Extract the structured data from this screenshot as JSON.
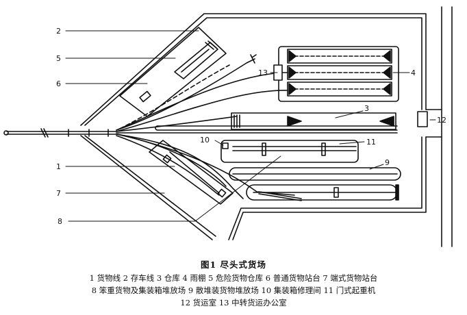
{
  "labels": {
    "l1": "1",
    "l2": "2",
    "l3": "3",
    "l4": "4",
    "l5": "5",
    "l6": "6",
    "l7": "7",
    "l8": "8",
    "l9": "9",
    "l10": "10",
    "l11": "11",
    "l12": "12",
    "l13": "13"
  },
  "caption": {
    "title": "图1  尽头式货场",
    "line1": "1 货物线  2 存车线  3 仓库  4 雨棚  5 危险货物仓库  6 普通货物站台  7 端式货物站台",
    "line2": "8 笨重货物及集装箱堆放场  9 散堆装货物堆放场  10 集装箱修理间  11 门式起重机",
    "line3": "12 货运室  13 中转货运办公室"
  }
}
